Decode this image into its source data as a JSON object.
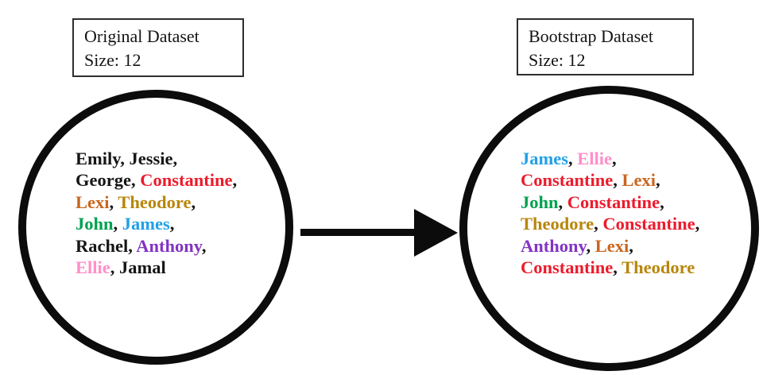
{
  "palette": {
    "black": "#161616",
    "red": "#EC1B2C",
    "chocolate": "#C9661F",
    "goldenrod": "#B8860B",
    "green": "#00A14F",
    "blue": "#21A0E8",
    "purple": "#8233C4",
    "pink": "#FF8FC8",
    "shape_black": "#0C0C0C"
  },
  "original": {
    "label": {
      "line1": "Original Dataset",
      "line2": "Size: 12"
    },
    "lines": [
      [
        {
          "text": "Emily",
          "color": "black"
        },
        {
          "text": "Jessie",
          "color": "black"
        }
      ],
      [
        {
          "text": "George",
          "color": "black"
        },
        {
          "text": "Constantine",
          "color": "red"
        }
      ],
      [
        {
          "text": "Lexi",
          "color": "chocolate"
        },
        {
          "text": "Theodore",
          "color": "goldenrod"
        }
      ],
      [
        {
          "text": "John",
          "color": "green"
        },
        {
          "text": "James",
          "color": "blue"
        }
      ],
      [
        {
          "text": "Rachel",
          "color": "black"
        },
        {
          "text": "Anthony",
          "color": "purple"
        }
      ],
      [
        {
          "text": "Ellie",
          "color": "pink"
        },
        {
          "text": "Jamal",
          "color": "black"
        }
      ]
    ]
  },
  "bootstrap": {
    "label": {
      "line1": "Bootstrap Dataset",
      "line2": "Size: 12"
    },
    "lines": [
      [
        {
          "text": "James",
          "color": "blue"
        },
        {
          "text": "Ellie",
          "color": "pink"
        }
      ],
      [
        {
          "text": "Constantine",
          "color": "red"
        },
        {
          "text": "Lexi",
          "color": "chocolate"
        }
      ],
      [
        {
          "text": "John",
          "color": "green"
        },
        {
          "text": "Constantine",
          "color": "red"
        }
      ],
      [
        {
          "text": "Theodore",
          "color": "goldenrod"
        },
        {
          "text": "Constantine",
          "color": "red"
        }
      ],
      [
        {
          "text": "Anthony",
          "color": "purple"
        },
        {
          "text": "Lexi",
          "color": "chocolate"
        }
      ],
      [
        {
          "text": "Constantine",
          "color": "red"
        },
        {
          "text": "Theodore",
          "color": "goldenrod"
        }
      ]
    ]
  }
}
